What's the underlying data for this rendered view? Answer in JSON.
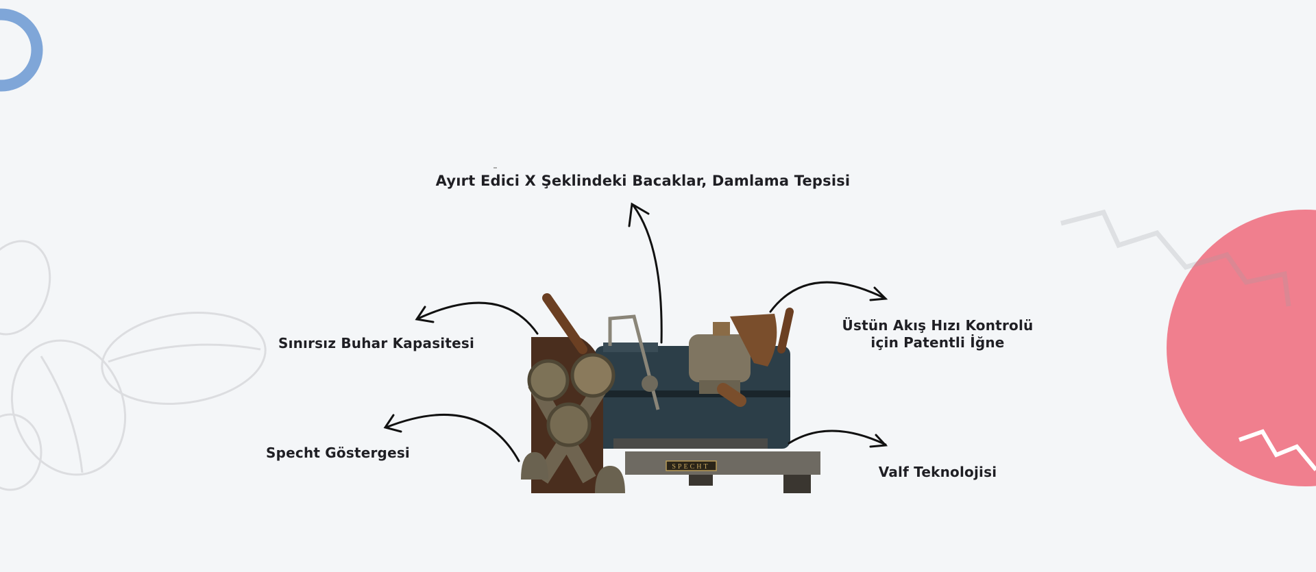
{
  "features": {
    "title": "Ayırt Edici X Şeklindeki Bacaklar, Damlama Tepsisi",
    "steam": "Sınırsız Buhar Kapasitesi",
    "gauge": "Specht Göstergesi",
    "flow_line1": "Üstün Akış Hızı Kontrolü",
    "flow_line2": "için Patentli İğne",
    "valve": "Valf Teknolojisi"
  },
  "product": {
    "brand_plate": "SPECHT"
  },
  "colors": {
    "background": "#f4f6f8",
    "ring": "#7fa6d8",
    "circle": "#f07f8e",
    "machine_body": "#2c3e48",
    "wood": "#4a2e1e",
    "brass": "#8a7a5c"
  }
}
